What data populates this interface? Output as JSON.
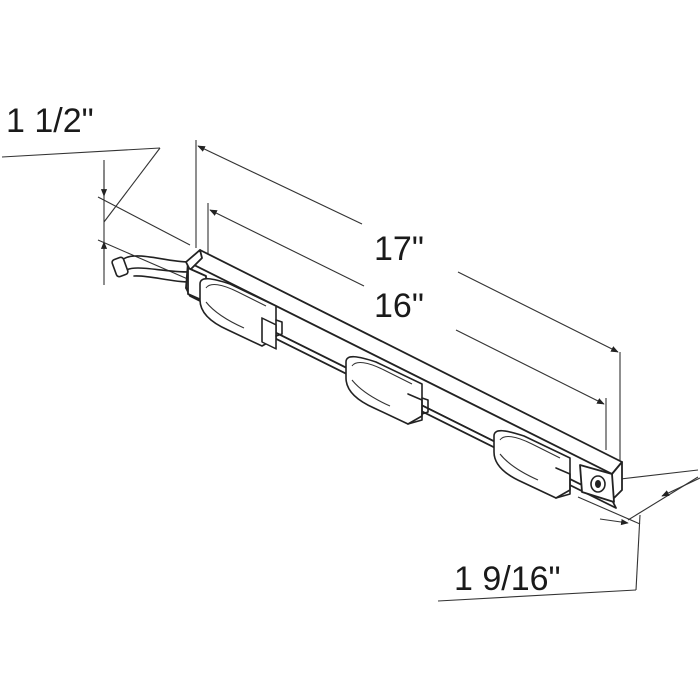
{
  "dimensions": {
    "height": "1 1/2\"",
    "overall_length": "17\"",
    "mounting_length": "16\"",
    "depth": "1 9/16\""
  },
  "colors": {
    "line": "#222222",
    "background": "#ffffff"
  }
}
